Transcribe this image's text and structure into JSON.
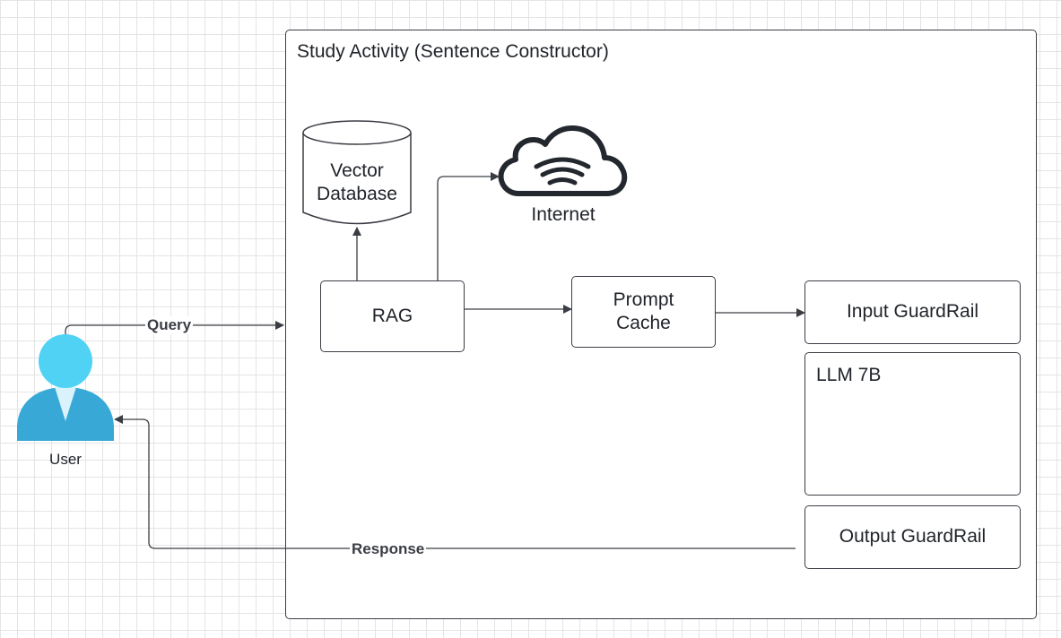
{
  "diagram": {
    "container_title": "Study Activity (Sentence Constructor)",
    "nodes": {
      "vector_db": {
        "line1": "Vector",
        "line2": "Database"
      },
      "internet": "Internet",
      "rag": "RAG",
      "prompt_cache": {
        "line1": "Prompt",
        "line2": "Cache"
      },
      "input_guardrail": "Input GuardRail",
      "llm": "LLM 7B",
      "output_guardrail": "Output GuardRail",
      "user": "User"
    },
    "edges": {
      "query": "Query",
      "response": "Response"
    }
  },
  "colors": {
    "stroke": "#3a3d44",
    "user_head": "#50d2f5",
    "user_body": "#38a9d6",
    "grid": "#e4e4e4"
  },
  "icons": [
    "database-icon",
    "cloud-wifi-icon",
    "user-icon"
  ]
}
